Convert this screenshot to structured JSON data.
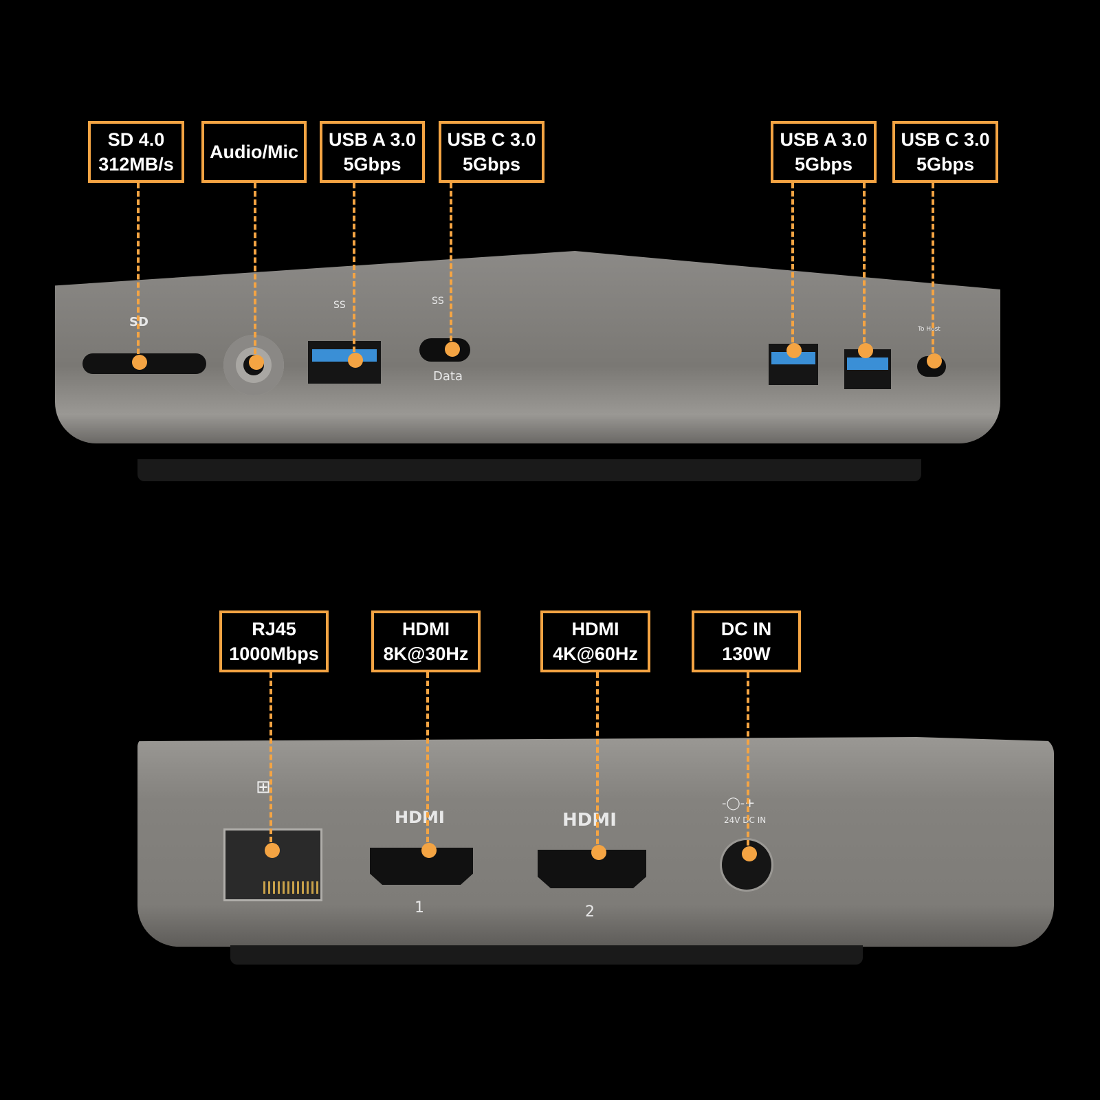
{
  "accent_color": "#f4a443",
  "front_ports": [
    {
      "line1": "SD 4.0",
      "line2": "312MB/s"
    },
    {
      "line1": "Audio/Mic",
      "line2": ""
    },
    {
      "line1": "USB A 3.0",
      "line2": "5Gbps"
    },
    {
      "line1": "USB C 3.0",
      "line2": "5Gbps"
    },
    {
      "line1": "USB A 3.0",
      "line2": "5Gbps"
    },
    {
      "line1": "USB C 3.0",
      "line2": "5Gbps"
    }
  ],
  "rear_ports": [
    {
      "line1": "RJ45",
      "line2": "1000Mbps"
    },
    {
      "line1": "HDMI",
      "line2": "8K@30Hz"
    },
    {
      "line1": "HDMI",
      "line2": "4K@60Hz"
    },
    {
      "line1": "DC IN",
      "line2": "130W"
    }
  ],
  "device_markings": {
    "sd": "SD",
    "data": "Data",
    "to_host": "To Host",
    "hdmi": "HDMI",
    "hdmi1": "1",
    "hdmi2": "2",
    "dc": "24V DC IN",
    "ss": "SS"
  }
}
